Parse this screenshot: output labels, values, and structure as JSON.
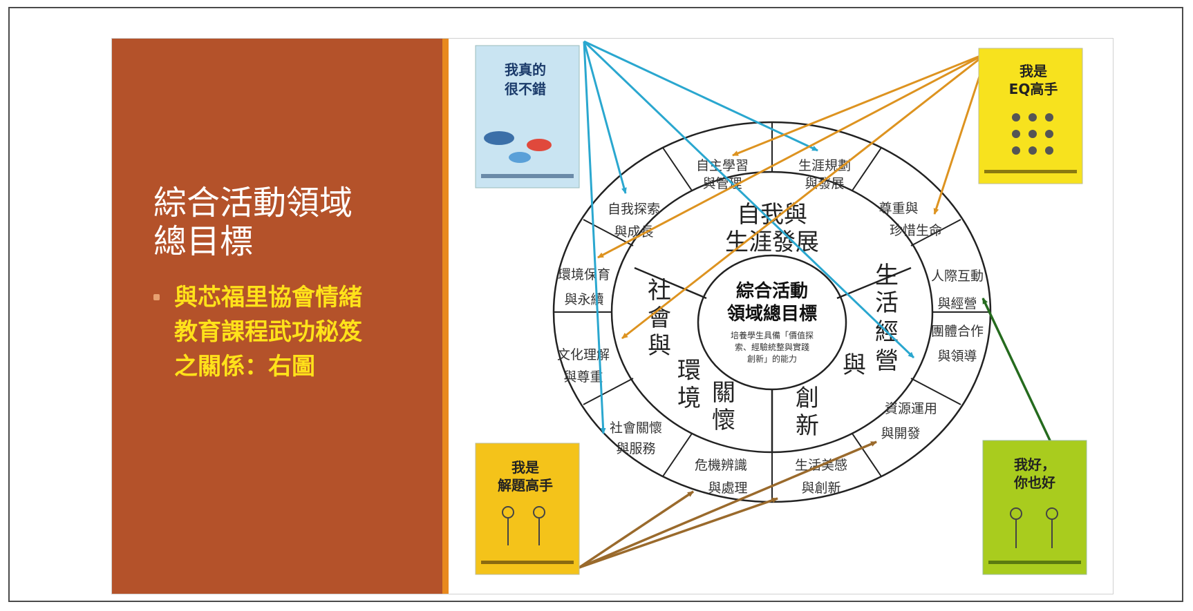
{
  "slide": {
    "title_line1": "綜合活動領域",
    "title_line2": "總目標",
    "bullet_line1": "與芯福里協會情緒",
    "bullet_line2": "教育課程武功秘笈",
    "bullet_line3": "之關係：右圖"
  },
  "wheel": {
    "center_title_line1": "綜合活動",
    "center_title_line2": "領域總目標",
    "center_desc_line1": "培養學生具備「價值探",
    "center_desc_line2": "索、經驗統整與實踐",
    "center_desc_line3": "創新」的能力",
    "dim1_line1": "自我與",
    "dim1_line2": "生涯發展",
    "dim2_chars": [
      "生",
      "活",
      "經",
      "營",
      "與",
      "創",
      "新"
    ],
    "dim3_chars": [
      "社",
      "會",
      "與",
      "環",
      "境",
      "關",
      "懷"
    ],
    "items": [
      {
        "line1": "自主學習",
        "line2": "與管理"
      },
      {
        "line1": "生涯規劃",
        "line2": "與發展"
      },
      {
        "line1": "尊重與",
        "line2": "珍惜生命"
      },
      {
        "line1": "人際互動",
        "line2": "與經營"
      },
      {
        "line1": "團體合作",
        "line2": "與領導"
      },
      {
        "line1": "資源運用",
        "line2": "與開發"
      },
      {
        "line1": "生活美感",
        "line2": "與創新"
      },
      {
        "line1": "危機辨識",
        "line2": "與處理"
      },
      {
        "line1": "社會關懷",
        "line2": "與服務"
      },
      {
        "line1": "文化理解",
        "line2": "與尊重"
      },
      {
        "line1": "環境保育",
        "line2": "與永續"
      },
      {
        "line1": "自我探索",
        "line2": "與成長"
      }
    ]
  },
  "books": [
    {
      "title_line1": "我真的",
      "title_line2": "很不錯",
      "color": "#c9e4f2"
    },
    {
      "title_line1": "我是",
      "title_line2": "EQ高手",
      "color": "#f7e21e"
    },
    {
      "title_line1": "我是",
      "title_line2": "解題高手",
      "color": "#f4c31a"
    },
    {
      "title_line1": "我好，",
      "title_line2": "你也好",
      "color": "#a9cc1e"
    }
  ],
  "colors": {
    "slide_panel": "#b4522a",
    "accent_bar": "#e8891e",
    "title_text": "#ffffff",
    "bullet_text": "#ffe21a",
    "arrow_blue": "#2aa7cf",
    "arrow_orange": "#dd9320",
    "arrow_brown": "#9a6a2c",
    "arrow_green": "#256b1e"
  }
}
